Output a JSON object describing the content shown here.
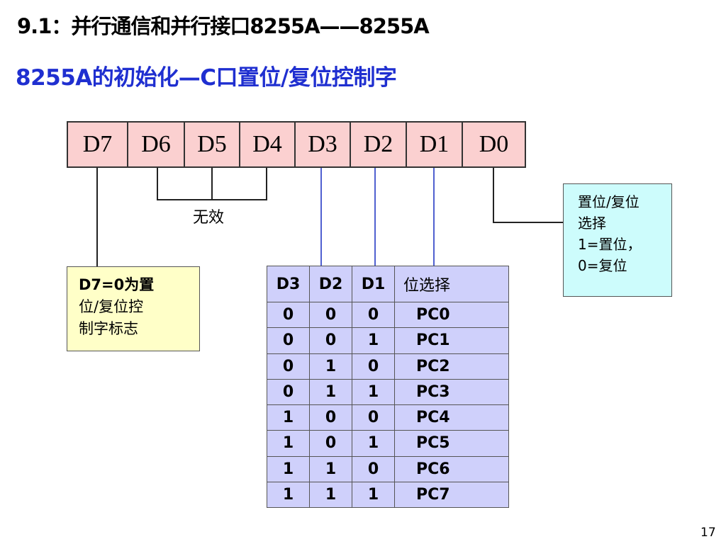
{
  "title": "9.1：并行通信和并行接口8255A——8255A",
  "subtitle": "8255A的初始化—C口置位/复位控制字",
  "bits": [
    "D7",
    "D6",
    "D5",
    "D4",
    "D3",
    "D2",
    "D1",
    "D0"
  ],
  "invalid_label": "无效",
  "d7_box": {
    "lines": [
      "D7=0为置",
      "位/复位控",
      "制字标志"
    ]
  },
  "d0_box": {
    "lines": [
      "置位/复位",
      "选择",
      "1=置位，",
      "0=复位"
    ]
  },
  "table": {
    "headers": [
      "D3",
      "D2",
      "D1",
      "位选择"
    ],
    "rows": [
      [
        "0",
        "0",
        "0",
        "PC0"
      ],
      [
        "0",
        "0",
        "1",
        "PC1"
      ],
      [
        "0",
        "1",
        "0",
        "PC2"
      ],
      [
        "0",
        "1",
        "1",
        "PC3"
      ],
      [
        "1",
        "0",
        "0",
        "PC4"
      ],
      [
        "1",
        "0",
        "1",
        "PC5"
      ],
      [
        "1",
        "1",
        "0",
        "PC6"
      ],
      [
        "1",
        "1",
        "1",
        "PC7"
      ]
    ]
  },
  "page_number": "17",
  "colors": {
    "subtitle": "#1f2fd0",
    "bit_register_fill": "#fbd0d0",
    "d7_box_fill": "#ffffc8",
    "d0_box_fill": "#cdfcfc",
    "table_fill": "#cfd0fb",
    "select_wire": "#5060d0",
    "wire": "#222222"
  }
}
